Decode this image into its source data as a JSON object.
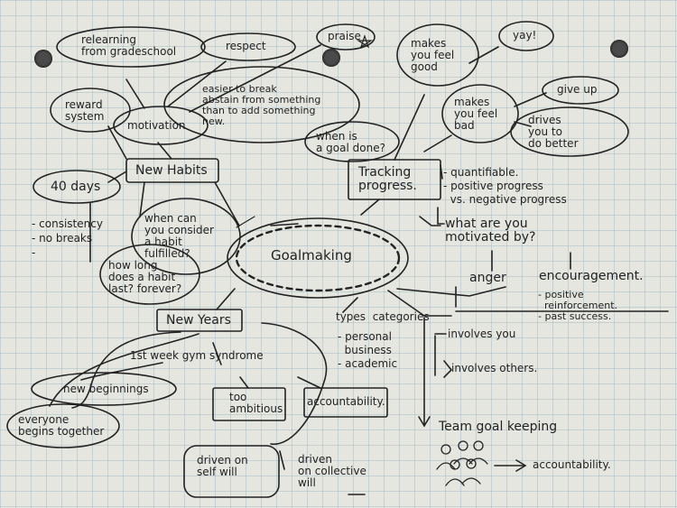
{
  "center": "Goalmaking",
  "nodes": {
    "relearning": "relearning\nfrom gradeschool",
    "respect": "respect",
    "praise": "praise",
    "makes_good": "makes\nyou feel\ngood",
    "yay": "yay!",
    "reward": "reward\nsystem",
    "motivation": "motivation",
    "easier": "easier to break\nabstain from something\nthan to add something\nnew.",
    "when_done": "when is\na goal done?",
    "makes_bad": "makes\nyou feel\nbad",
    "give_up": "give up",
    "drives": "drives\nyou to\ndo better",
    "new_habits": "New Habits",
    "forty_days": "40 days",
    "tracking": "Tracking\nprogress.",
    "tracking_list": "- quantifiable.\n- positive progress\n  vs. negative progress",
    "consistency": "- consistency\n- no breaks\n- ",
    "when_fulfilled": "when can\nyou consider\na habit\nfulfilled?",
    "how_long": "how long\ndoes a habit\nlast? forever?",
    "motivated_by": "what are you\nmotivated by?",
    "anger": "anger",
    "encouragement": "encouragement.",
    "enc_list": "- positive\n  reinforcement.\n- past success.",
    "new_years": "New Years",
    "categories": "types  categories",
    "cat_list": "- personal\n  business\n- academic",
    "involves_you": "involves you",
    "involves_others": "involves others.",
    "gym": "1st week gym syndrome",
    "new_beginnings": "new beginnings",
    "too_ambitious": "too\nambitious",
    "accountability": "accountability.",
    "everyone": "everyone\nbegins together",
    "team_goal": "Team goal keeping",
    "accountability2": "accountability.",
    "driven_self": "driven on\nself will",
    "driven_collective": "driven\non collective\nwill"
  }
}
